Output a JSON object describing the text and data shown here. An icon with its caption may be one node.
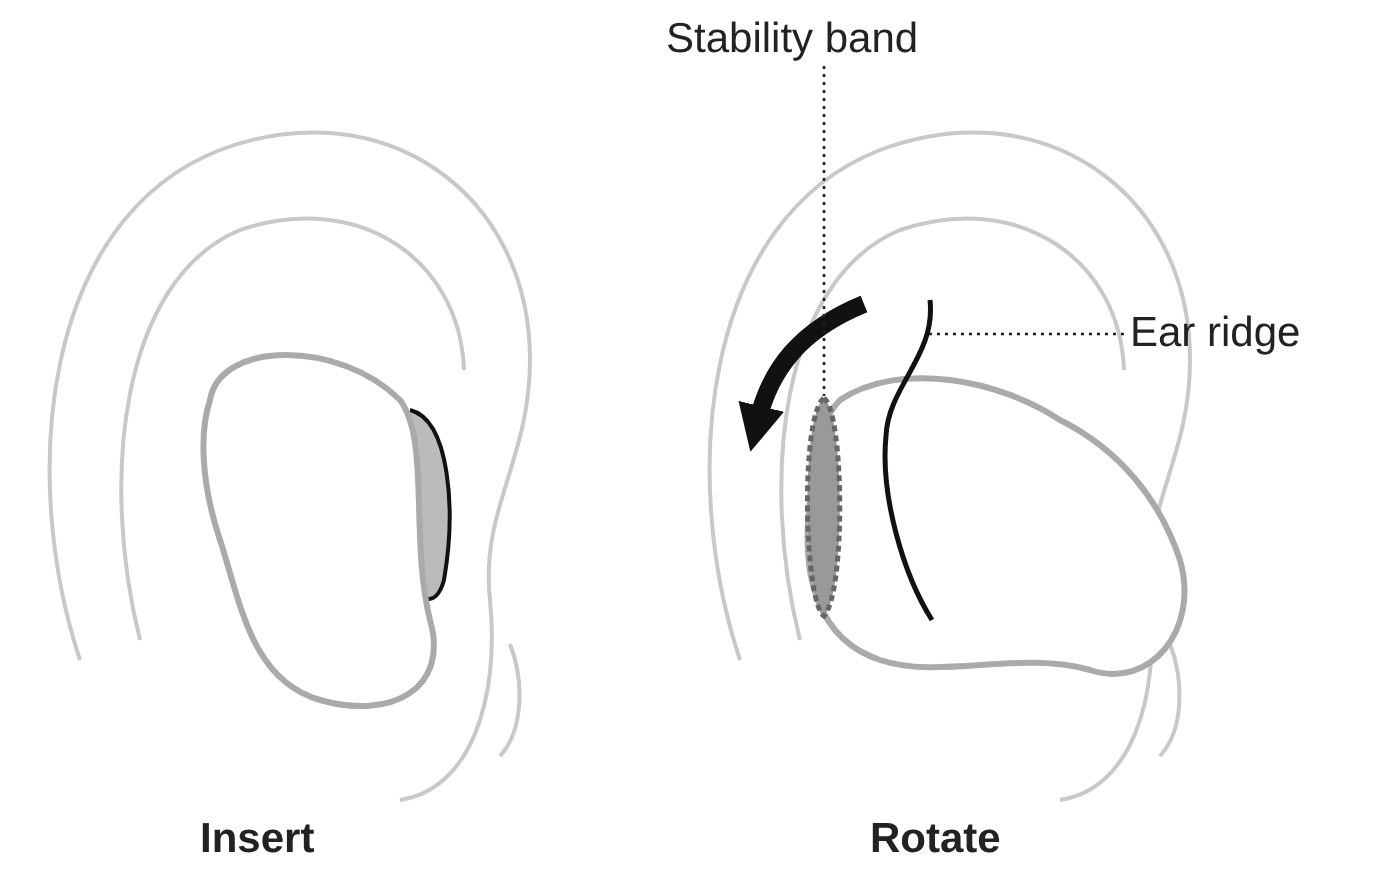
{
  "diagram": {
    "nodes": [
      {
        "text": [
          "Stability band"
        ]
      },
      {
        "text": [],
        "shape": "picture"
      },
      {
        "text": [
          "Ear ridge"
        ]
      },
      {
        "text": [],
        "shape": "picture"
      }
    ],
    "edges": [
      {
        "from": 0,
        "to": 1,
        "arrow": "none"
      },
      {
        "from": 2,
        "to": 3,
        "arrow": "none"
      }
    ],
    "labels": [
      "Insert",
      "Rotate"
    ]
  }
}
